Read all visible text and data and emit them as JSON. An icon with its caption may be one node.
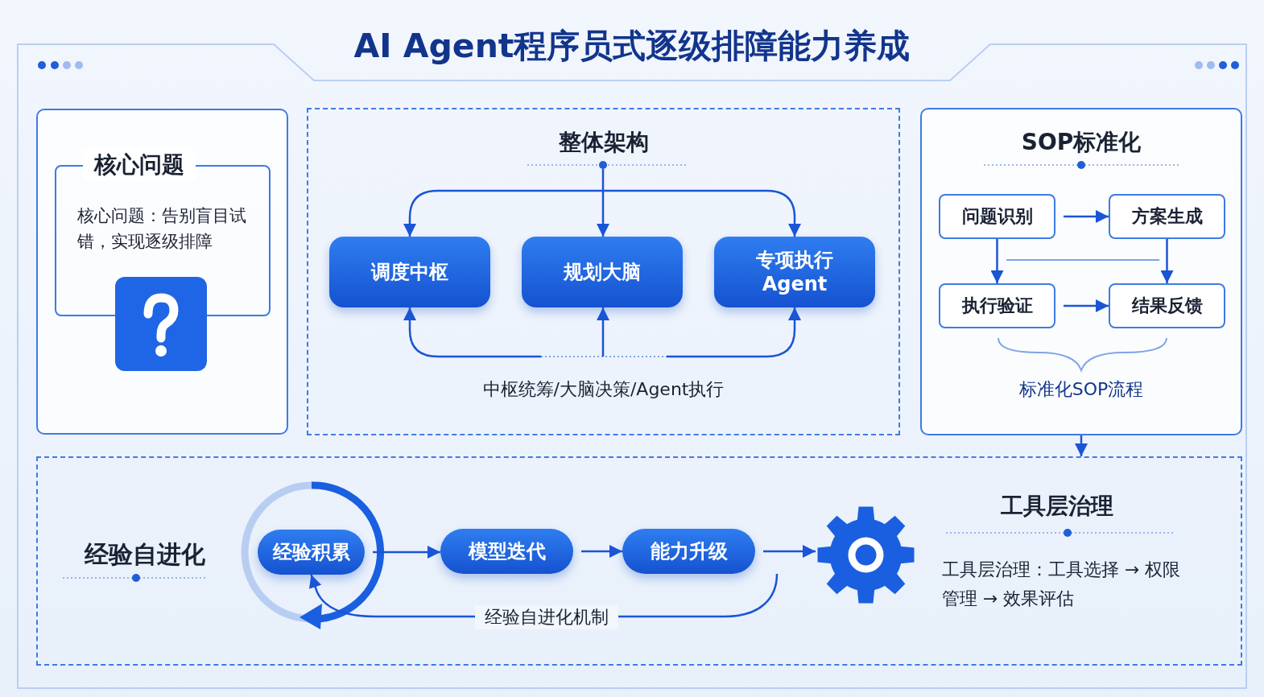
{
  "diagram": {
    "title": "AI Agent程序员式逐级排障能力养成",
    "nodes": [
      {
        "text": [
          "核心问题",
          "核心问题：告别盲目试错，实现逐级排障"
        ]
      },
      {
        "text": [
          "整体架构",
          "中枢统筹/大脑决策/Agent执行"
        ]
      },
      {
        "text": [
          "调度中枢"
        ],
        "in": 1
      },
      {
        "text": [
          "规划大脑"
        ],
        "in": 1
      },
      {
        "text": [
          "专项执行 Agent"
        ],
        "in": 1
      },
      {
        "text": [
          "SOP标准化",
          "标准化SOP流程"
        ]
      },
      {
        "text": [
          "问题识别"
        ],
        "in": 5
      },
      {
        "text": [
          "方案生成"
        ],
        "in": 5
      },
      {
        "text": [
          "执行验证"
        ],
        "in": 5
      },
      {
        "text": [
          "结果反馈"
        ],
        "in": 5
      },
      {
        "text": [
          "经验自进化"
        ]
      },
      {
        "text": [
          "经验积累"
        ],
        "in": 10
      },
      {
        "text": [
          "模型迭代"
        ],
        "in": 10
      },
      {
        "text": [
          "能力升级"
        ],
        "in": 10
      },
      {
        "text": [],
        "shape": "gear",
        "in": 10
      },
      {
        "text": [
          "工具层治理",
          "工具层治理：工具选择 → 权限管理 → 效果评估"
        ],
        "in": 10
      }
    ],
    "edges": [
      {
        "from": null,
        "to": 2,
        "arrow": "to"
      },
      {
        "from": null,
        "to": 3,
        "arrow": "to"
      },
      {
        "from": null,
        "to": 4,
        "arrow": "to"
      },
      {
        "from": null,
        "to": 2,
        "arrow": "to"
      },
      {
        "from": null,
        "to": 3,
        "arrow": "to"
      },
      {
        "from": null,
        "to": 4,
        "arrow": "to"
      },
      {
        "from": 6,
        "to": 7,
        "arrow": "to"
      },
      {
        "from": 6,
        "to": 8,
        "arrow": "to"
      },
      {
        "from": 7,
        "to": 9,
        "arrow": "to"
      },
      {
        "from": 8,
        "to": 9,
        "arrow": "to"
      },
      {
        "from": 5,
        "to": 10,
        "arrow": "to"
      },
      {
        "from": 11,
        "to": 12,
        "arrow": "to"
      },
      {
        "from": 12,
        "to": 13,
        "arrow": "to"
      },
      {
        "from": 13,
        "to": 14,
        "arrow": "to"
      },
      {
        "from": 13,
        "to": 11,
        "arrow": "to",
        "label": "经验自进化机制"
      }
    ]
  }
}
